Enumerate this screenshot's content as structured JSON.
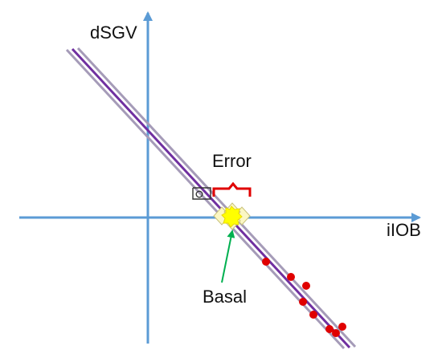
{
  "diagram": {
    "axes": {
      "y_label": "dSGV",
      "x_label": "iIOB",
      "color": "#5b9bd5"
    },
    "labels": {
      "error": "Error",
      "basal": "Basal"
    },
    "colors": {
      "regression_line": "#7030a0",
      "bound_lines": "#a59bb8",
      "error_bracket": "#e00000",
      "basal_arrow": "#00b050",
      "data_points": "#e00000",
      "basal_marker": "#ffff00",
      "basal_halo": "#fbf7c4"
    }
  }
}
